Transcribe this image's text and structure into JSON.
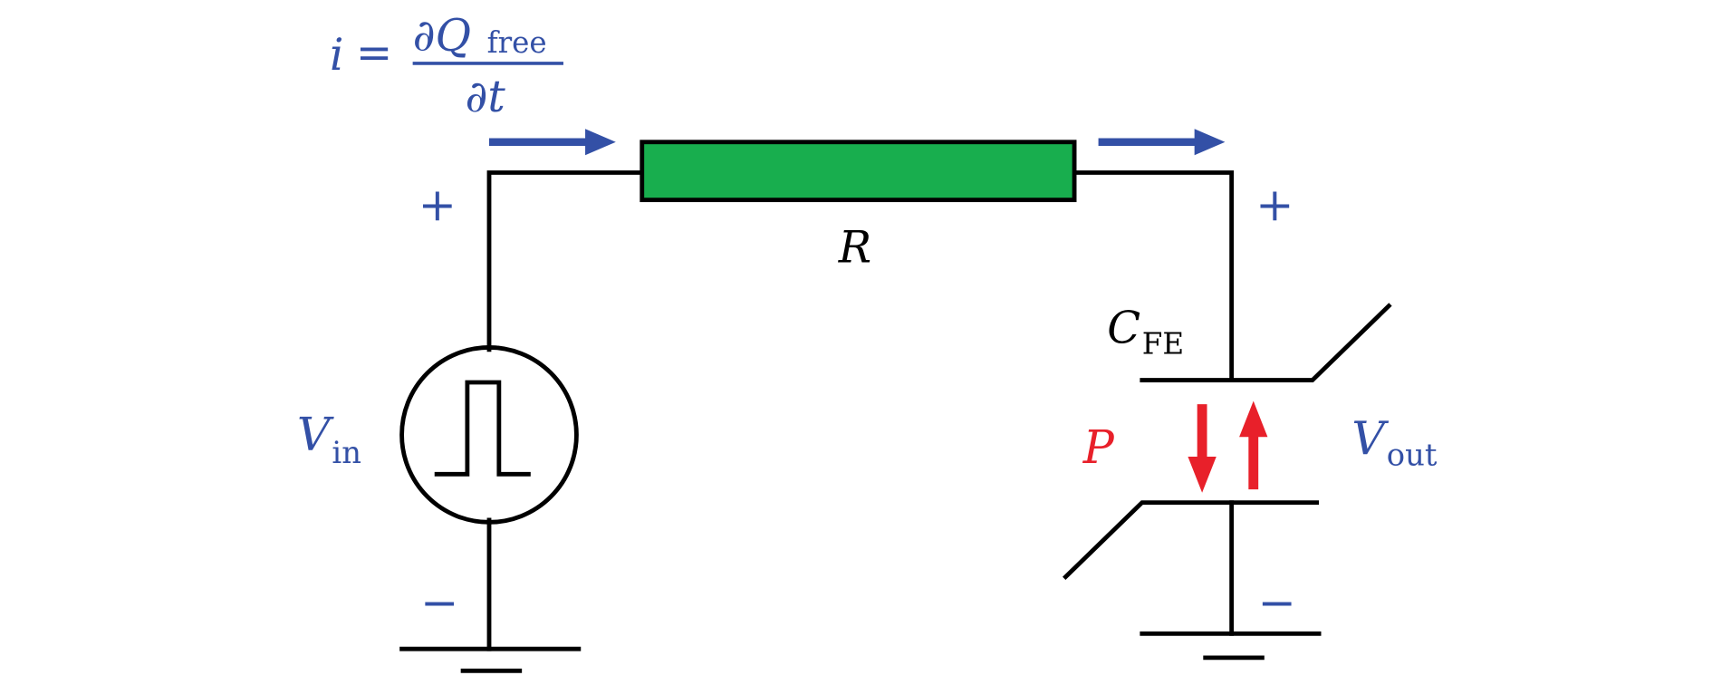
{
  "title": "Ferroelectric capacitor charging circuit",
  "colors": {
    "wire": "#000000",
    "label_blue": "#3350a6",
    "polarization_red": "#e8202a",
    "resistor_fill": "#18ae4e"
  },
  "current_equation": {
    "lhs": "i",
    "equals": "=",
    "numerator": "∂Q",
    "numerator_subscript": "free",
    "denominator": "∂t"
  },
  "resistor": {
    "label": "R"
  },
  "source": {
    "label": "V",
    "subscript": "in",
    "plus": "+",
    "minus": "−",
    "waveform": "pulse"
  },
  "capacitor": {
    "label": "C",
    "subscript": "FE"
  },
  "output": {
    "label": "V",
    "subscript": "out",
    "plus": "+",
    "minus": "−"
  },
  "polarization": {
    "label": "P",
    "arrows": [
      "down",
      "up"
    ]
  }
}
